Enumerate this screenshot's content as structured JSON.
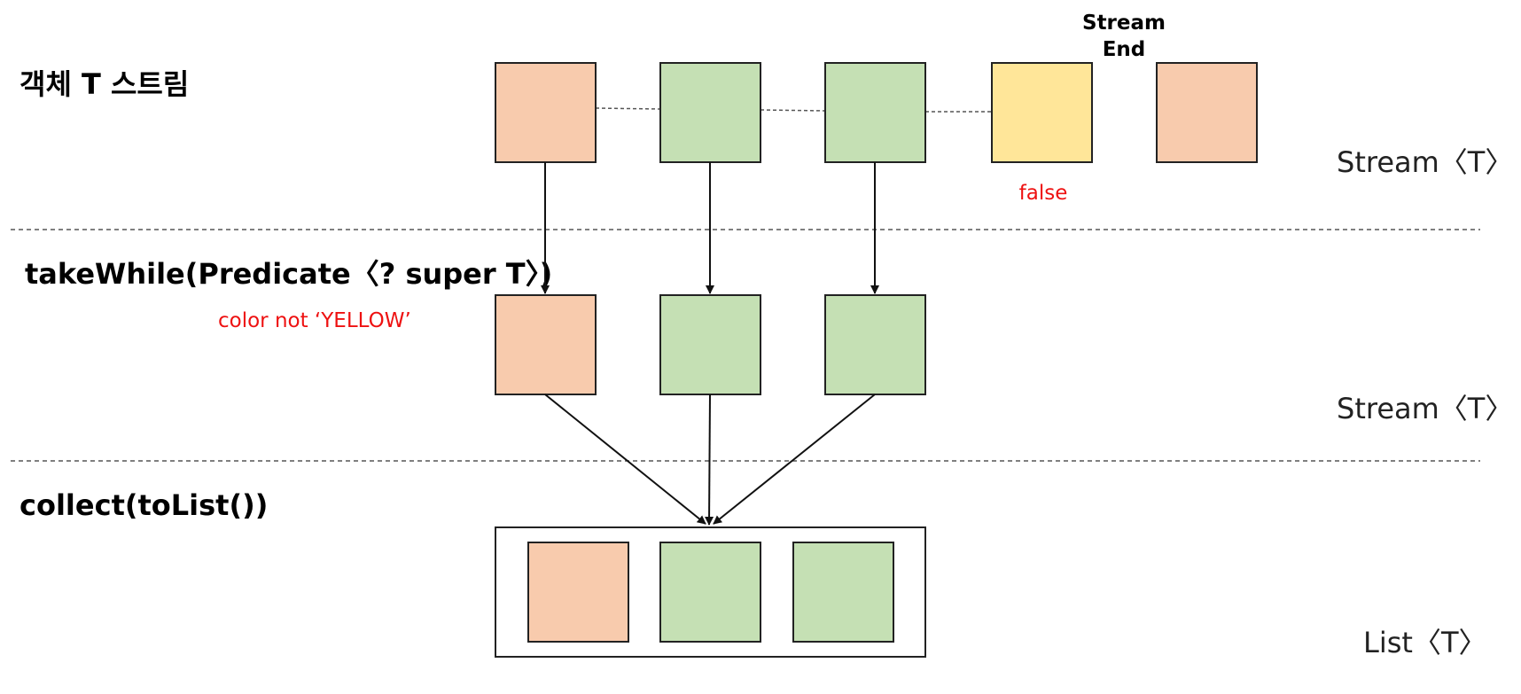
{
  "colors": {
    "orange": "#f8cbad",
    "green": "#c5e0b4",
    "yellow": "#ffe699",
    "note_red": "#ee1111"
  },
  "stages": {
    "source": {
      "label": "객체 T 스트림",
      "type": "Stream〈T〉"
    },
    "take_while": {
      "label": "takeWhile(Predicate〈? super T〉)",
      "type": "Stream〈T〉",
      "predicate_note": "color not ‘YELLOW’"
    },
    "collect": {
      "label": "collect(toList())",
      "type": "List〈T〉"
    }
  },
  "stream_end": {
    "line1": "Stream",
    "line2": "End"
  },
  "false_label": "false",
  "rows": {
    "source_elements": [
      "orange",
      "green",
      "green",
      "yellow",
      "orange"
    ],
    "filtered_elements": [
      "orange",
      "green",
      "green"
    ],
    "list_elements": [
      "orange",
      "green",
      "green"
    ]
  }
}
